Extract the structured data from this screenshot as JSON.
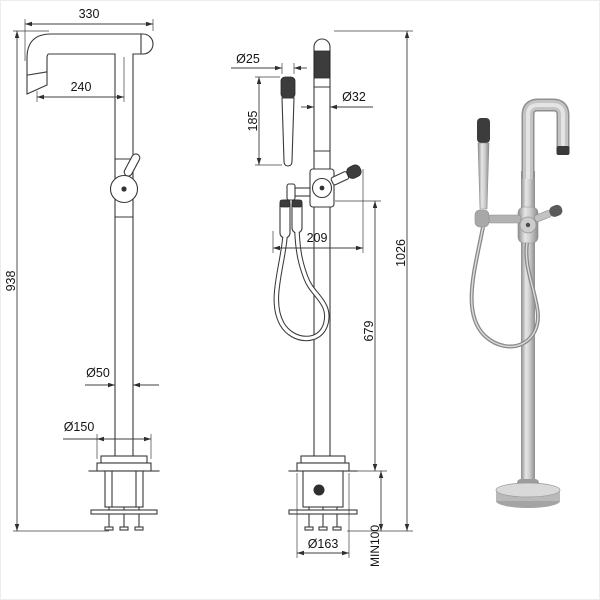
{
  "dimensions": {
    "front_view": {
      "spout_overall_width": "330",
      "spout_reach": "240",
      "overall_height": "938",
      "column_diameter": "Ø50",
      "base_flange_diameter": "Ø150"
    },
    "side_view": {
      "handshower_diameter": "Ø25",
      "column_diameter": "Ø32",
      "handshower_length": "185",
      "front_depth": "209",
      "total_height": "1026",
      "holder_height": "679",
      "base_plate_diameter": "Ø163",
      "min_recess_depth": "MIN100"
    }
  }
}
